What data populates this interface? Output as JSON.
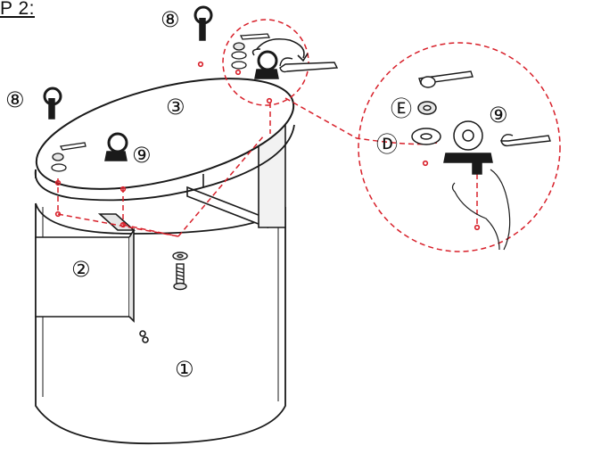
{
  "header": {
    "step": "P 2:"
  },
  "parts": {
    "p1": "①",
    "p2": "②",
    "p3": "③",
    "p8": "⑧",
    "p9": "⑨",
    "pD": "Ⓓ",
    "pE": "Ⓔ"
  },
  "colors": {
    "line": "#1a1a1a",
    "dash": "#d8202a",
    "dot": "#d8202a",
    "fill": "#ffffff",
    "shade": "#e6e6e6"
  }
}
